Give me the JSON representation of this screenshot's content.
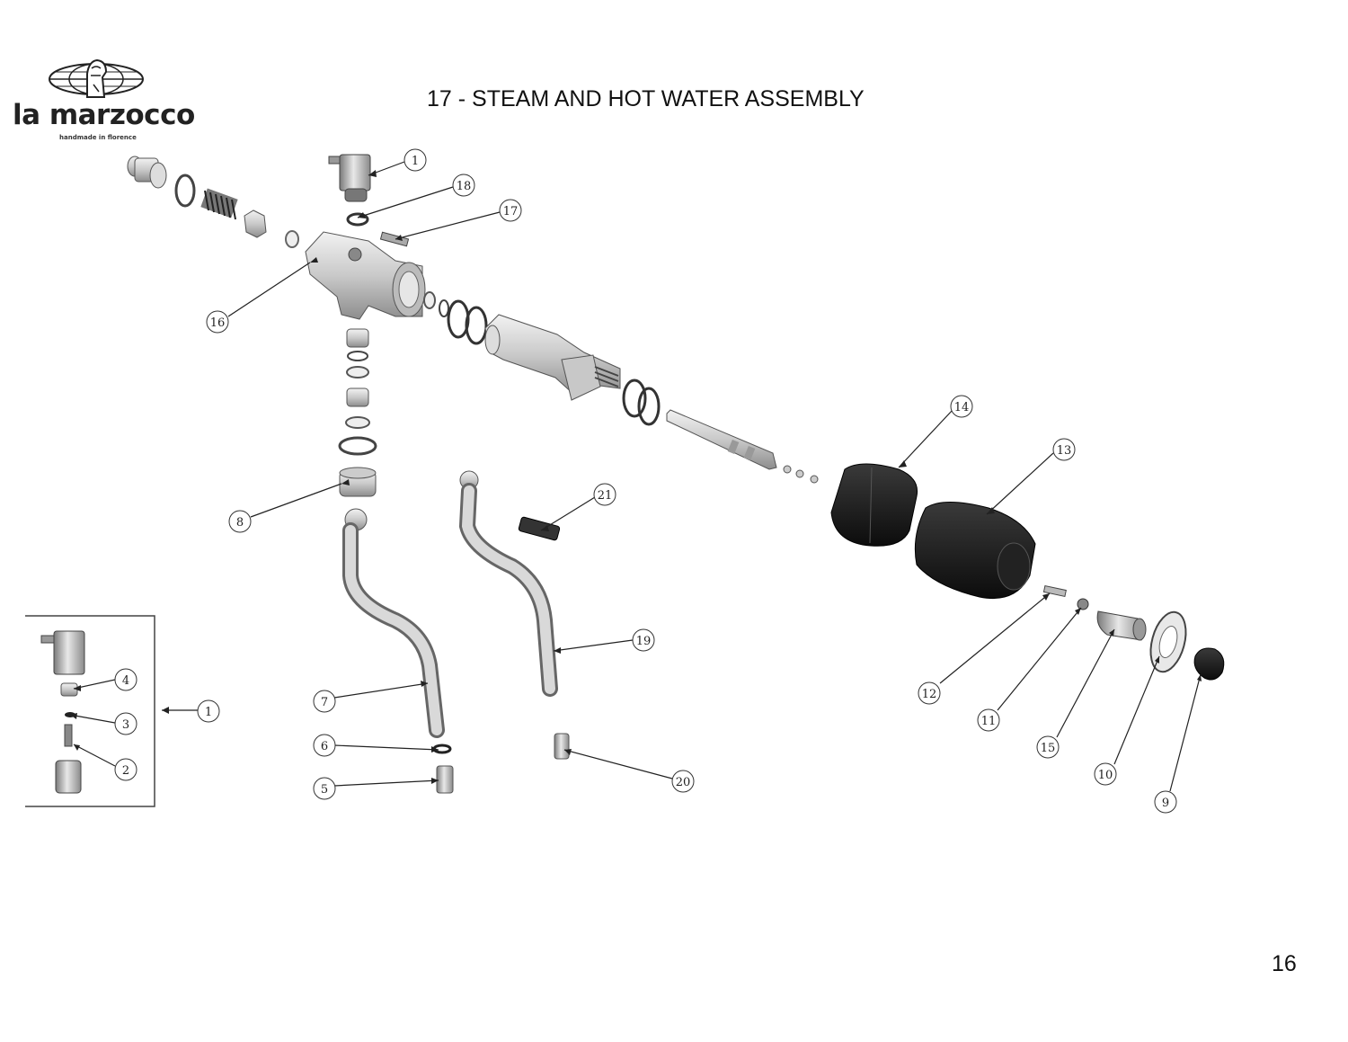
{
  "header": {
    "title": "17 - STEAM AND HOT WATER ASSEMBLY",
    "brand_name": "la marzocco",
    "brand_tagline": "handmade in florence"
  },
  "footer": {
    "page_number": "16"
  },
  "callouts": [
    "1",
    "18",
    "17",
    "16",
    "14",
    "13",
    "8",
    "21",
    "19",
    "7",
    "6",
    "5",
    "20",
    "12",
    "11",
    "15",
    "10",
    "9",
    "1",
    "4",
    "3",
    "2"
  ],
  "colors": {
    "line": "#333333",
    "part_light": "#d8d8d8",
    "part_mid": "#a8a8a8",
    "part_dark": "#1a1a1a"
  },
  "icons": {
    "logo": "globe-lion-icon"
  }
}
